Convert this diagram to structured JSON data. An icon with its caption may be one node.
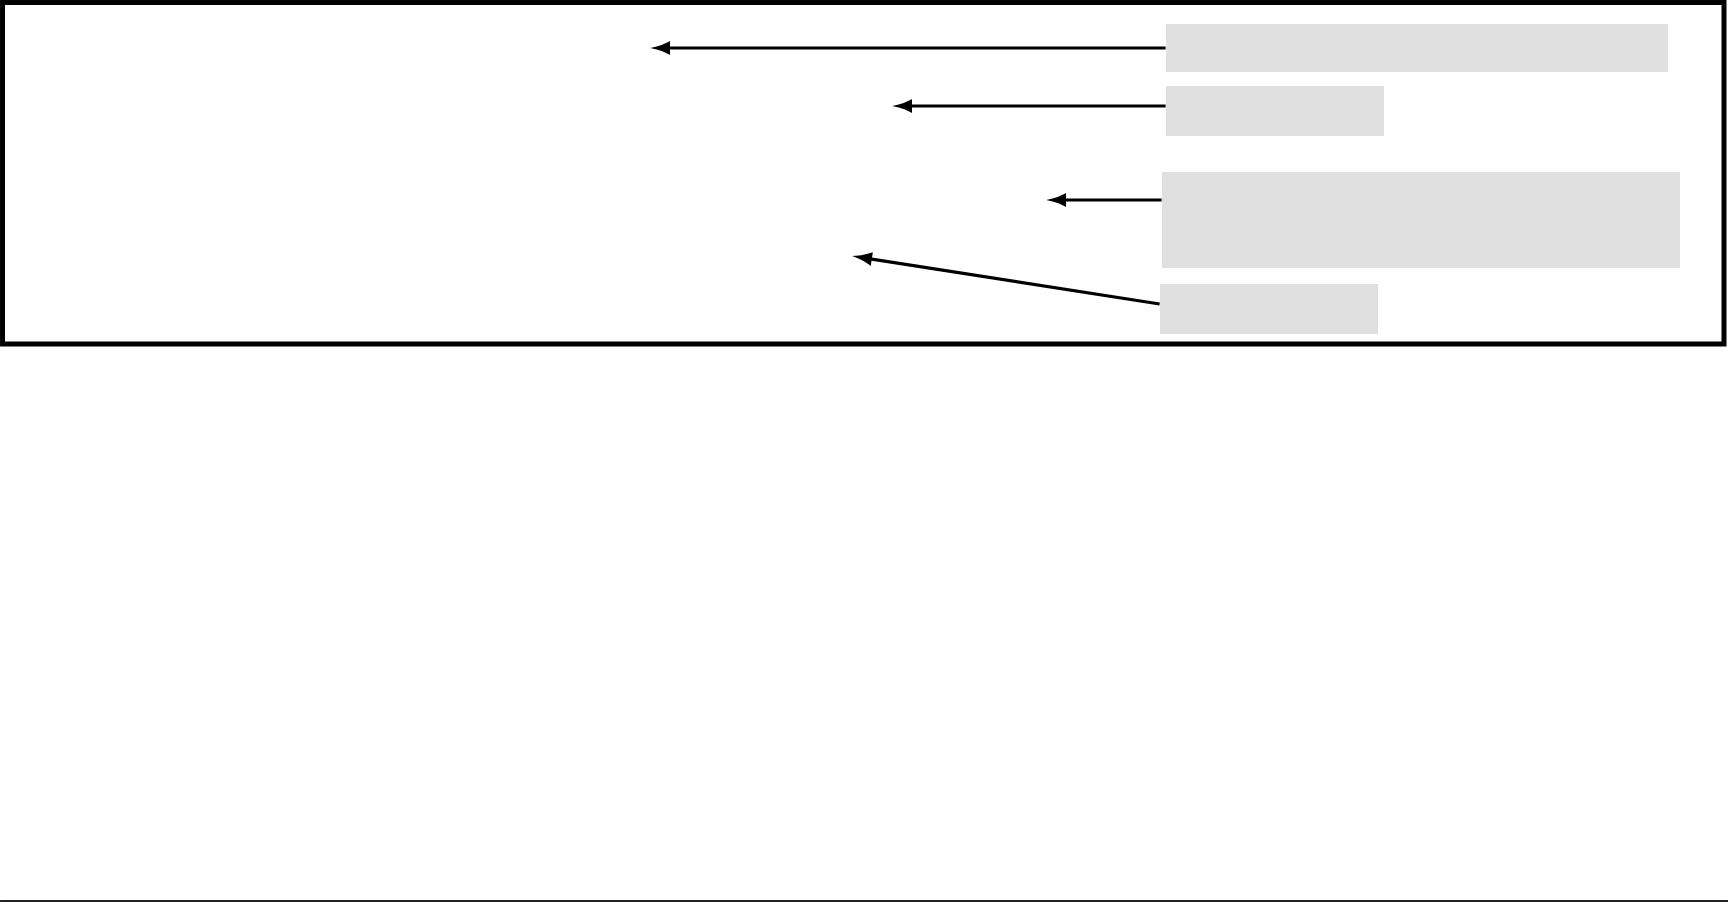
{
  "diagram": {
    "nodes": [
      {
        "text": [],
        "shape": "box"
      },
      {
        "text": [],
        "shape": "box"
      },
      {
        "text": [],
        "shape": "box"
      },
      {
        "text": [],
        "shape": "box"
      }
    ],
    "edges": [
      {
        "from": 0,
        "to": null,
        "arrow": "to"
      },
      {
        "from": 1,
        "to": null,
        "arrow": "to"
      },
      {
        "from": 2,
        "to": null,
        "arrow": "to"
      },
      {
        "from": 3,
        "to": null,
        "arrow": "to"
      }
    ]
  }
}
